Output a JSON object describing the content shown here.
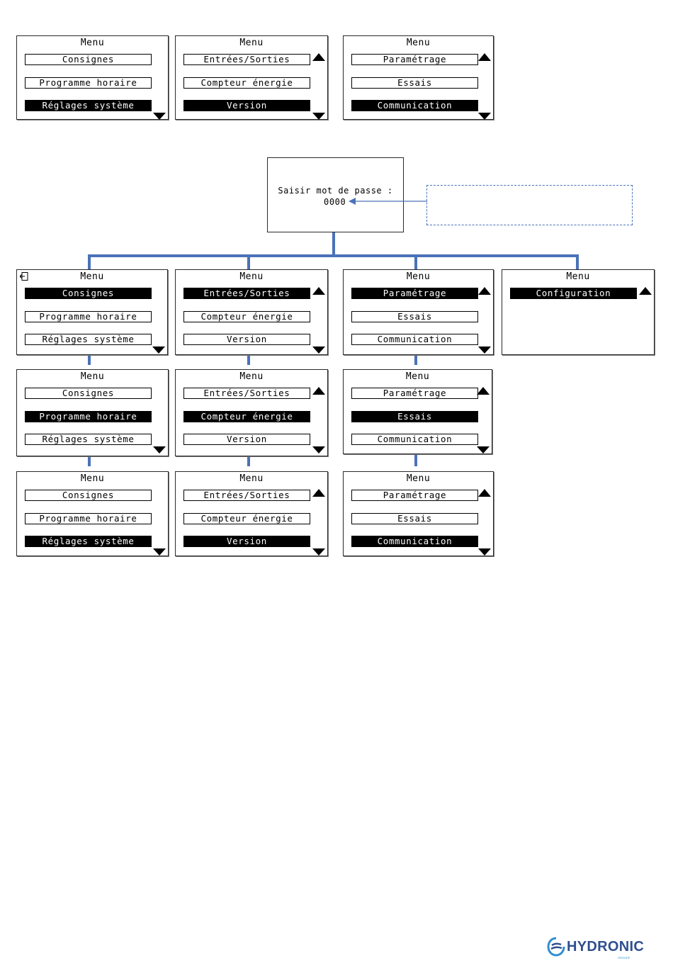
{
  "menu_title": "Menu",
  "password": {
    "label": "Saisir mot de passe :",
    "value": "0000"
  },
  "arrow_glyph": "◄",
  "logo": {
    "text": "HYDRONIC",
    "subtext": "GROUPE",
    "colors": {
      "text": "#2f4f8f",
      "mark": "#2f8fd0"
    },
    "icon": "hydronic-wave-logo"
  },
  "connector_color": "#4a72b8",
  "screens": {
    "top1": {
      "title": "Menu",
      "items": [
        "Consignes",
        "Programme horaire",
        "Réglages système"
      ]
    },
    "top2": {
      "title": "Menu",
      "items": [
        "Entrées/Sorties",
        "Compteur énergie",
        "Version"
      ]
    },
    "top3": {
      "title": "Menu",
      "items": [
        "Paramétrage",
        "Essais",
        "Communication"
      ]
    },
    "r1c1": {
      "title": "Menu",
      "items": [
        "Consignes",
        "Programme horaire",
        "Réglages système"
      ]
    },
    "r1c2": {
      "title": "Menu",
      "items": [
        "Entrées/Sorties",
        "Compteur énergie",
        "Version"
      ]
    },
    "r1c3": {
      "title": "Menu",
      "items": [
        "Paramétrage",
        "Essais",
        "Communication"
      ]
    },
    "r1c4": {
      "title": "Menu",
      "items": [
        "Configuration"
      ]
    },
    "r2c1": {
      "title": "Menu",
      "items": [
        "Consignes",
        "Programme horaire",
        "Réglages système"
      ]
    },
    "r2c2": {
      "title": "Menu",
      "items": [
        "Entrées/Sorties",
        "Compteur énergie",
        "Version"
      ]
    },
    "r2c3": {
      "title": "Menu",
      "items": [
        "Paramétrage",
        "Essais",
        "Communication"
      ]
    },
    "r3c1": {
      "title": "Menu",
      "items": [
        "Consignes",
        "Programme horaire",
        "Réglages système"
      ]
    },
    "r3c2": {
      "title": "Menu",
      "items": [
        "Entrées/Sorties",
        "Compteur énergie",
        "Version"
      ]
    },
    "r3c3": {
      "title": "Menu",
      "items": [
        "Paramétrage",
        "Essais",
        "Communication"
      ]
    }
  }
}
